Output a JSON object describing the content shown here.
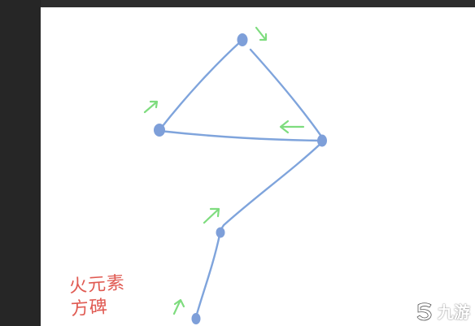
{
  "caption": {
    "line1": "火元素",
    "line2": "方碑"
  },
  "watermark": {
    "text": "九游"
  },
  "colors": {
    "path": "#7fa4dc",
    "node": "#7e9fd9",
    "arrow": "#7edc7e",
    "caption": "#e05a52",
    "canvas": "#ffffff",
    "chrome": "#2b2b2b"
  },
  "puzzle": {
    "nodes": [
      "node-top",
      "node-left",
      "node-right",
      "node-middle",
      "node-bottom"
    ],
    "arrows": [
      "arrow-top",
      "arrow-left",
      "arrow-right",
      "arrow-middle",
      "arrow-bottom"
    ]
  }
}
